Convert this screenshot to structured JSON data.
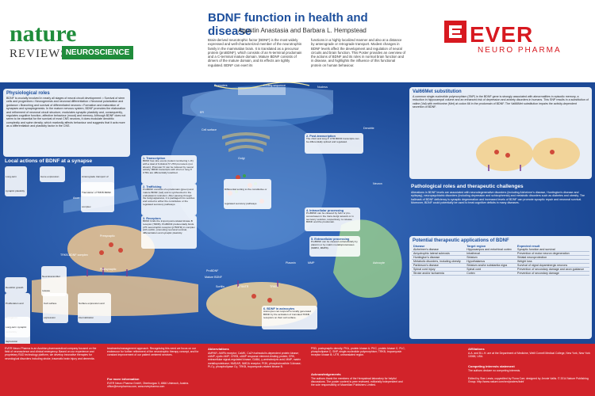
{
  "header": {
    "nature": "nature",
    "reviews": "REVIEWS",
    "neuroscience": "NEUROSCIENCE",
    "title": "BDNF function in health and disease",
    "authors": "Agustin Anastasia and Barbara L. Hempstead",
    "intro_left": "Brain-derived neurotrophic factor (BDNF) is the most widely expressed and well-characterized member of the neurotrophin family in the mammalian brain. It is translated as a precursor protein (proBDNF), which consists of an N-terminal prodomain and a C-terminal mature domain. Mature BDNF consists of dimers of the mature domain, and its effects are tightly regulated. BDNF can exert its",
    "intro_right": "functions in a highly localized manner and also at a distance by anterograde or retrograde transport. Modest changes in BDNF levels affect the development and regulation of neural circuits and brain function. This Poster provides an overview of the actions of BDNF and its roles in normal brain function and in disease, and highlights the influence of this functional protein on human behaviour.",
    "ever": "EVER",
    "ever_sub": "NEURO PHARMA"
  },
  "physiological": {
    "title": "Physiological roles",
    "text": "BDNF is crucially involved in nearly all stages of neural circuit development: • Survival of stem cells and progenitors • Neurogenesis and neuronal differentiation • Neuronal polarization and guidance • Branching and survival of differentiated neurons • Formation and maturation of synapses and synaptogenesis. In the mature nervous system, BDNF promotes the elaboration and refinement of neuronal circuit structure, modulates synaptic plasticity and, consequently, regulates cognitive function, affective behaviour (mood) and memory. Although BDNF does not seem to be essential for the survival of most CNS neurons, it does modulate dendritic complexity and spine density, which markedly affects behaviour and suggests that it acts more as a differentiation and plasticity factor in the CNS."
  },
  "local_actions": {
    "title": "Local actions of BDNF at a synapse",
    "labels": [
      "Long-term synaptic plasticity",
      "Gene expression",
      "Anterograde transport of signalling endosomes",
      "Translation of TRKB-BDNF complex",
      "Presynaptic",
      "TRKB-BDNF complex",
      "Neurotransmitter release",
      "Postsynaptic",
      "Dendritic growth",
      "Proliferation and changes in excitability",
      "Cell surface expression",
      "Surface expression and internalization",
      "Long-term synaptic depression"
    ]
  },
  "steps": [
    {
      "title": "1. Transcription",
      "text": "BDNF has nine exons (rodent numbering I–IX) with a total of 9 distinct 5' UTR promoters (not shown). Promoter IV can be induced by neural activity. BDNF transcripts with short or long 3' UTRs are differentially localized."
    },
    {
      "title": "2. Trafficking",
      "text": "ProBDNF consists of a prodomain (green) and mature BDNF (red) and is synthesized in the endoplasmic reticulum. After passing through the Golgi apparatus, it is packaged into vesicles and sorted to either the constitutive or the regulated secretory pathways."
    },
    {
      "title": "3. Receptors",
      "text": "BDNF binds the tropomyosin-related kinase B receptor (TRKB). ProBDNF preferentially binds p75 neurotrophin receptor (p75NTR) in complex with sortilin, promoting neuronal survival, differentiation and synaptic plasticity."
    },
    {
      "title": "4. Intracellular processing",
      "text": "ProBDNF can be cleaved by furin or pro-convertases in the trans-Golgi network or in secretory vesicles, respectively, to release BDNF and the prodomain."
    },
    {
      "title": "5. Extracellular processing",
      "text": "ProBDNF can be cleaved extracellularly by plasmin or by matrix metalloproteinases (MMP2, MMP9)."
    },
    {
      "title": "6. BDNF in astrocytes",
      "text": "Astrocytes can respond to locally generated BDNF by the activation of truncated TRKB receptors on their cell surface."
    }
  ],
  "post_transcription": {
    "title": "2. Post-transcription",
    "text": "The short and long 3' UTR BDNF transcripts can be differentially spliced and regulated."
  },
  "diagram_labels": [
    "ER",
    "Golgi",
    "Nucleus",
    "Axon",
    "Dendrite",
    "Astrocyte",
    "Cell surface",
    "Coding sequence",
    "Promoters",
    "Neuron",
    "Differential sorting to the constitutive or regulated secretory pathways",
    "Sortilin",
    "p75NTR",
    "TRKB",
    "Plasmin",
    "MMP",
    "ProBDNF",
    "Mature BDNF"
  ],
  "val66met": {
    "title": "Val66Met substitution",
    "text": "A common single-nucleotide polymorphism (SNP) in the BDNF gene is strongly associated with abnormalities in episodic memory, a reduction in hippocampal volume and an enhanced risk of depression and anxiety disorders in humans. This SNP results in a substitution of valine (Val) with methionine (Met) at codon 66 in the prodomain of BDNF. The Val66Met substitution impairs the activity-dependent secretion of BDNF."
  },
  "pathological": {
    "title": "Pathological roles and therapeutic challenges",
    "text": "Alterations in BDNF levels are associated with neurodegenerative disorders (including Alzheimer's disease, Huntington's disease and epilepsy), neuropsychiatric disorders (including depression and schizophrenia) and metabolic disorders such as diabetes and obesity. The hallmark of BDNF deficiency is synaptic degeneration and increased levels of BDNF can promote synaptic repair and neuronal survival. Moreover, BDNF could potentially be used to treat cognitive deficits in many diseases."
  },
  "therapeutic": {
    "title": "Potential therapeutic applications of BDNF",
    "headers": [
      "Disease",
      "Target region",
      "Expected result"
    ],
    "rows": [
      [
        "Alzheimer's disease",
        "Hippocampus and entorhinal cortex",
        "Synaptic function and survival"
      ],
      [
        "Amyotrophic lateral sclerosis",
        "Intrathecal",
        "Prevention of motor neuron degeneration"
      ],
      [
        "Huntington's disease",
        "Striatum",
        "Striatal neuroprotection"
      ],
      [
        "Metabolic disorders, including obesity",
        "Hypothalamus",
        "Weight loss"
      ],
      [
        "Parkinson's disease",
        "Striatum and/or substantia nigra",
        "Survival of nigral dopaminergic neurons"
      ],
      [
        "Spinal cord injury",
        "Spinal cord",
        "Prevention of secondary damage and axon guidance"
      ],
      [
        "Stroke and/or ischaemia",
        "Cortex",
        "Prevention of secondary damage"
      ]
    ]
  },
  "footer": {
    "ever_text": "EVER Neuro Pharma is an Austrian pharmaceutical company focused on the field of neuroscience and clinical emergency. Based on our experience and proprietary R&D technology platform, we develop innovative therapies for neurological disorders including stroke, traumatic brain injury and dementia.",
    "ever_text2": "treatments/management approach. Recognising this need we focus on our endeavour for further refinement of the neurotrophic therapy concept, and for constant improvement of our patient centered services.",
    "more_info_title": "For more information",
    "more_info": "EVER Neuro Pharma GmbH, Oberburgau 3, 4866 Unterach, Austria. office@everpharma.com, www.everpharma.com",
    "abbrev_title": "Abbreviations",
    "abbrev": "AMPAR, AMPA receptor; CaMK, Ca2+/calmodulin-dependent protein kinase; cAMP, cyclic AMP; CREB, cAMP response element-binding protein; ERK, extracellular signal-regulated kinase; GABA, γ-aminobutyric acid; MMP, matrix metalloproteinase; NMDAR, NMDA receptor; PI3K, phosphoinositide 3-kinase; PLCγ, phospholipase Cγ; TRKB, tropomyosin-related kinase B.",
    "abbrev2": "PSD, postsynaptic density; PKA, protein kinase A; PKC, protein kinase C; PLC, phospholipase C; SNP, single-nucleotide polymorphism; TRKB, tropomyosin receptor kinase B; UTR, untranslated region.",
    "ack_title": "Acknowledgements",
    "ack": "The authors thank the members of the Hempstead laboratory for helpful discussions. The poster content is peer reviewed, editorially independent and the sole responsibility of Macmillan Publishers Limited.",
    "affil_title": "Affiliations",
    "affil": "A.A. and B.L.H. are at the Department of Medicine, Weill Cornell Medical College, New York, New York 10065, USA.",
    "competing_title": "Competing interests statement",
    "competing": "The authors declare no competing interests.",
    "edited": "Edited by Sian Lewis; copyedited by Fiona Carr; designed by Jennie Vallis. © 2014 Nature Publishing Group. http://www.nature.com/nrn/posters/bdnf"
  }
}
